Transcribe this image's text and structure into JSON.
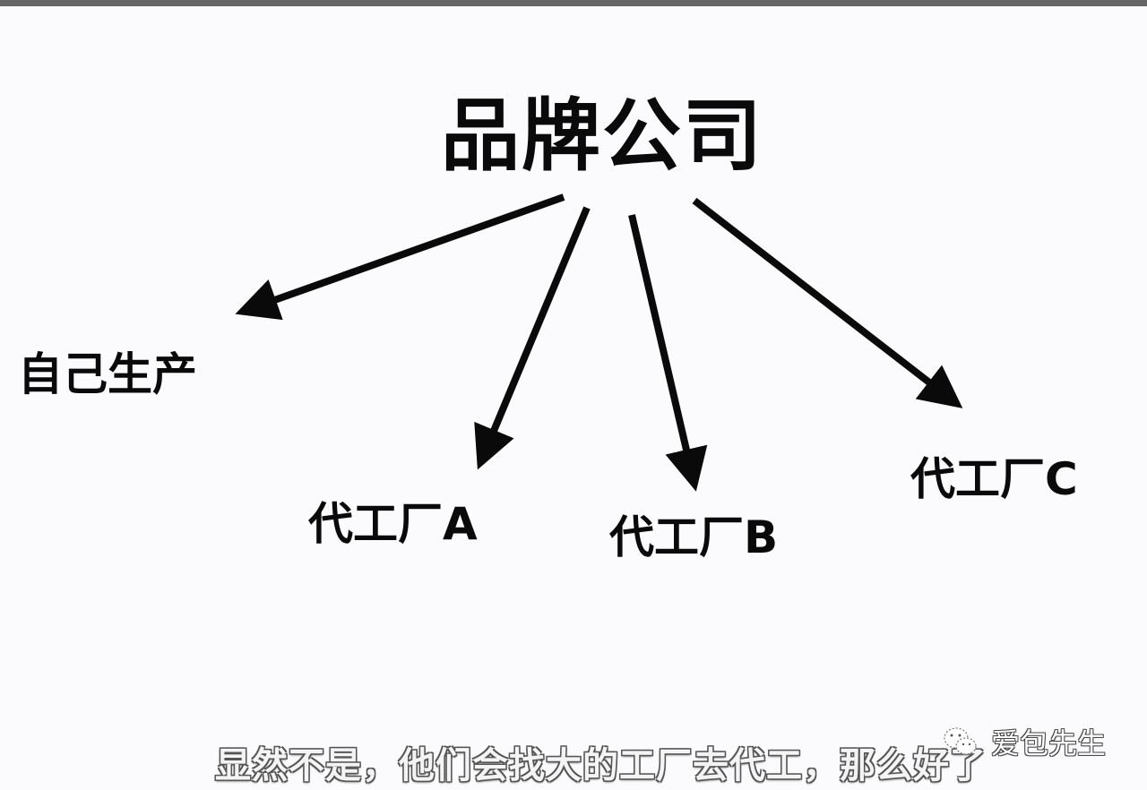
{
  "diagram": {
    "root": {
      "label": "品牌公司"
    },
    "children": [
      {
        "label": "自己生产"
      },
      {
        "label": "代工厂A"
      },
      {
        "label": "代工厂B"
      },
      {
        "label": "代工厂C"
      }
    ],
    "edges": [
      {
        "from": "品牌公司",
        "to": "自己生产"
      },
      {
        "from": "品牌公司",
        "to": "代工厂A"
      },
      {
        "from": "品牌公司",
        "to": "代工厂B"
      },
      {
        "from": "品牌公司",
        "to": "代工厂C"
      }
    ]
  },
  "subtitle": {
    "text": "显然不是，他们会找大的工厂去代工，那么好了"
  },
  "watermark": {
    "icon": "wechat-icon",
    "text": "爱包先生"
  },
  "colors": {
    "background": "#fbfafc",
    "ink": "#0a0a0a",
    "topbar": "#666565"
  }
}
